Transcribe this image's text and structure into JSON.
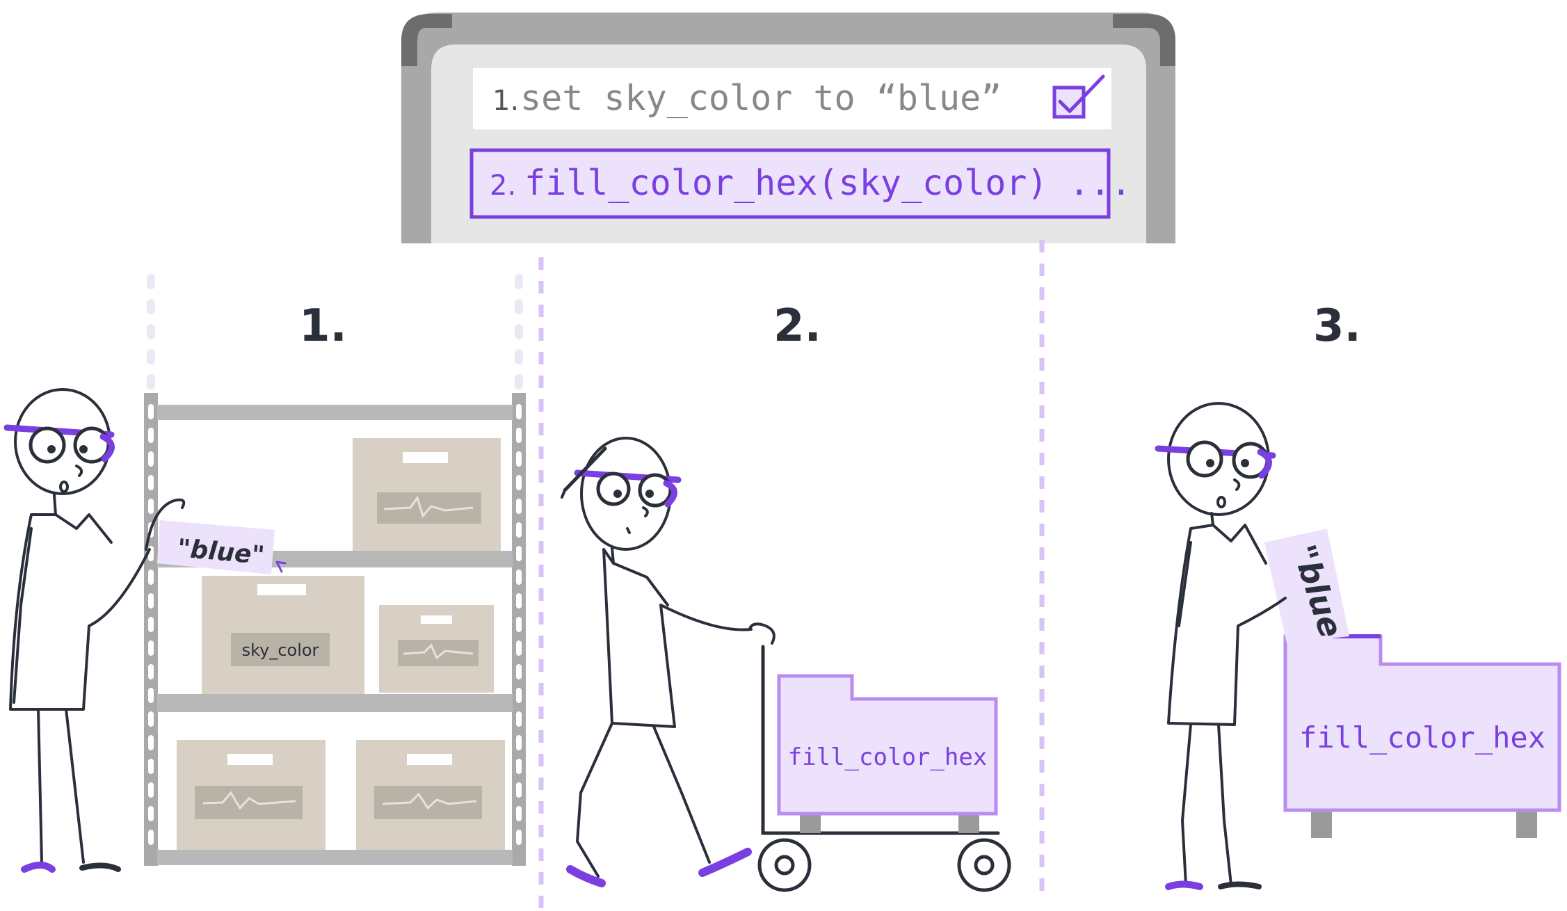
{
  "whiteboard": {
    "step1_number": "1.",
    "step1_code": "set sky_color to “blue”",
    "step1_status": "done",
    "step2_number": "2.",
    "step2_code": "fill_color_hex(sky_color) ..."
  },
  "panels": {
    "panel1_number": "1.",
    "panel2_number": "2.",
    "panel3_number": "3."
  },
  "scene1": {
    "note_text": "\"blue\"",
    "box_label": "sky_color"
  },
  "scene2": {
    "machine_label": "fill_color_hex"
  },
  "scene3": {
    "note_text": "\"blue",
    "machine_label": "fill_color_hex"
  },
  "colors": {
    "accent": "#7a3fe0",
    "accent_light": "#ede2fc",
    "divider": "#d8c2f7",
    "ink": "#2a2f3a",
    "shelf": "#b5b5b5",
    "box": "#d8d0c4",
    "box_panel": "#b9b2a7"
  }
}
